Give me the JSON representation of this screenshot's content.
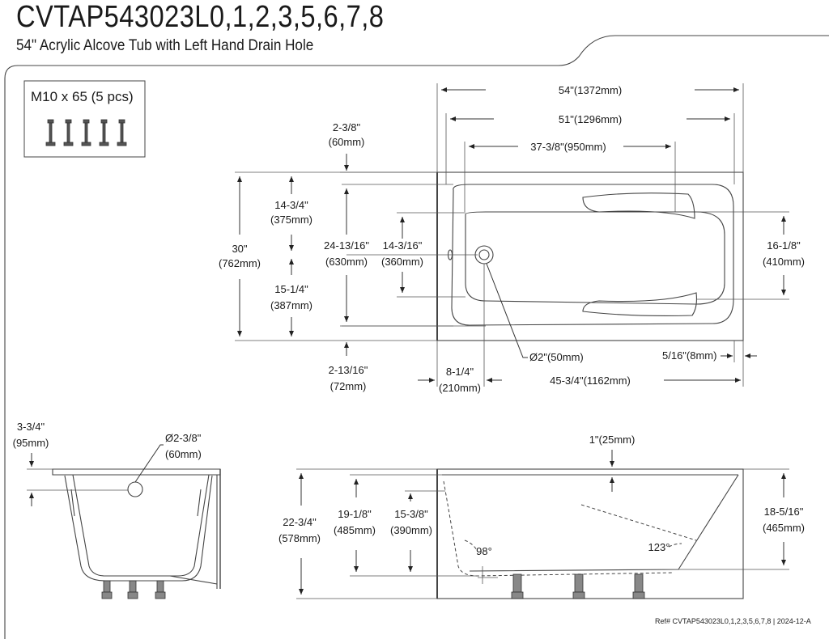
{
  "header": {
    "model": "CVTAP543023L0,1,2,3,5,6,7,8",
    "description": "54\" Acrylic Alcove Tub with Left Hand Drain Hole"
  },
  "hardware": {
    "label": "M10 x 65 (5 pcs)",
    "count": 5
  },
  "top_view": {
    "overall_length": "54\"(1372mm)",
    "inner_length": "51\"(1296mm)",
    "bottom_length": "37-3/8\"(950mm)",
    "top_offset": [
      "2-3/8\"",
      "(60mm)"
    ],
    "upper_half": [
      "14-3/4\"",
      "(375mm)"
    ],
    "lower_half": [
      "15-1/4\"",
      "(387mm)"
    ],
    "overall_width": [
      "30\"",
      "(762mm)"
    ],
    "inner_width": [
      "24-13/16\"",
      "(630mm)"
    ],
    "bottom_width": [
      "14-3/16\"",
      "(360mm)"
    ],
    "bottom_offset": [
      "2-13/16\"",
      "(72mm)"
    ],
    "right_width": [
      "16-1/8\"",
      "(410mm)"
    ],
    "drain_diameter": "Ø2\"(50mm)",
    "flange": "5/16\"(8mm)",
    "drain_offset": [
      "8-1/4\"",
      "(210mm)"
    ],
    "drain_to_end": "45-3/4\"(1162mm)"
  },
  "end_view": {
    "rim_height": [
      "3-3/4\"",
      "(95mm)"
    ],
    "overflow_diameter": [
      "Ø2-3/8\"",
      "(60mm)"
    ]
  },
  "side_view": {
    "rim": "1\"(25mm)",
    "overall_height": [
      "22-3/4\"",
      "(578mm)"
    ],
    "inner_depth": [
      "19-1/8\"",
      "(485mm)"
    ],
    "water_depth": [
      "15-3/8\"",
      "(390mm)"
    ],
    "right_height": [
      "18-5/16\"",
      "(465mm)"
    ],
    "left_angle": "98°",
    "right_angle": "123°"
  },
  "footer": {
    "reference": "Ref# CVTAP543023L0,1,2,3,5,6,7,8 | 2024-12-A"
  }
}
